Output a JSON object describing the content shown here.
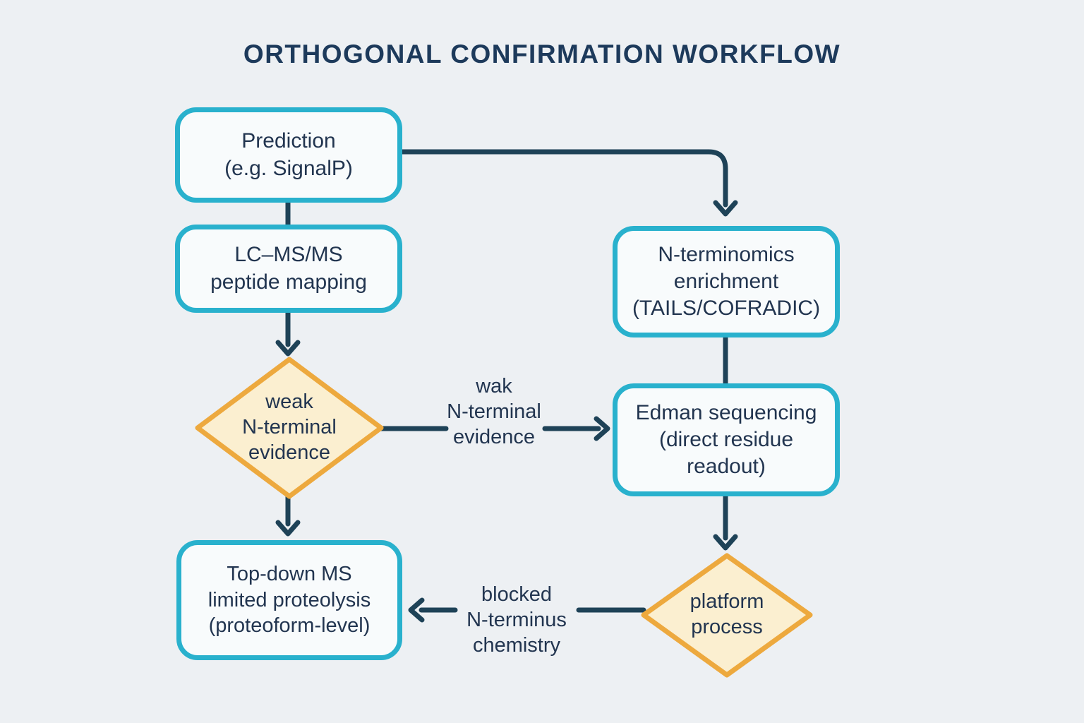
{
  "title": "ORTHOGONAL CONFIRMATION WORKFLOW",
  "nodes": {
    "prediction": {
      "label": "Prediction\n(e.g. SignalP)"
    },
    "lcmsms": {
      "label": "LC–MS/MS\npeptide mapping"
    },
    "nterminomics": {
      "label": "N-terminomics\nenrichment\n(TAILS/COFRADIC)"
    },
    "edman": {
      "label": "Edman sequencing\n(direct residue\nreadout)"
    },
    "topdown": {
      "label": "Top-down MS\nlimited proteolysis\n(proteoform-level)"
    }
  },
  "decisions": {
    "weak_evidence": {
      "label": "weak\nN-terminal\nevidence"
    },
    "platform_process": {
      "label": "platform\nprocess"
    }
  },
  "edge_labels": {
    "weak_to_edman": "wak\nN-terminal\nevidence",
    "platform_to_topdown": "blocked\nN-terminus\nchemistry"
  },
  "colors": {
    "bg": "#edf0f3",
    "node-fill": "#f8fbfc",
    "node-border": "#29b1cd",
    "line": "#1e4257",
    "text": "#223550",
    "title": "#1d3a5b",
    "diamond-fill": "#fbefd0",
    "diamond-border": "#eda93e"
  }
}
